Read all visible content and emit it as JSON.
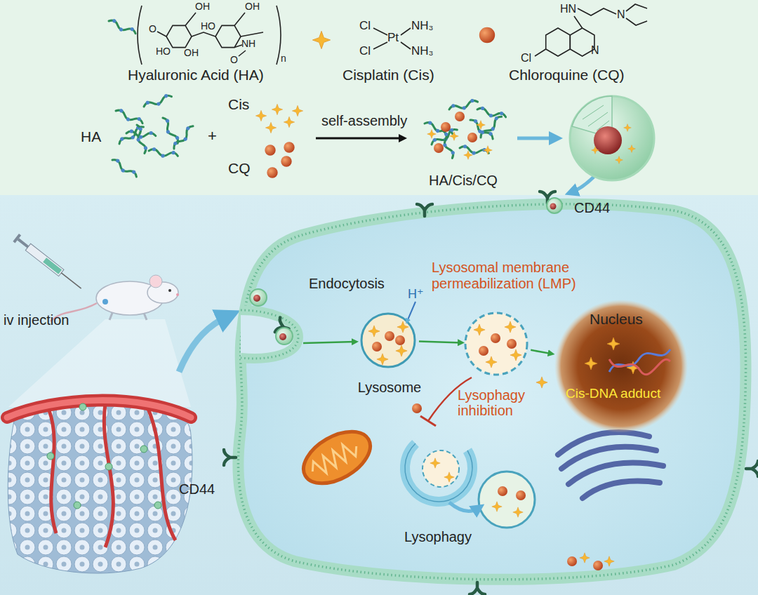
{
  "diagram": {
    "nodes": [
      {
        "text": [
          "HA/Cis/CQ"
        ]
      },
      {
        "text": [
          "Lysosome"
        ]
      },
      {
        "text": [
          "Lysosomal membrane permeabilization (LMP)"
        ]
      },
      {
        "text": [
          "Nucleus",
          "Cis-DNA adduct"
        ]
      },
      {
        "text": [
          "Lysophagy"
        ]
      }
    ],
    "edges": [
      {
        "from": 1,
        "to": 2,
        "arrow": "to"
      },
      {
        "from": 2,
        "to": 3,
        "arrow": "to"
      }
    ],
    "labels": [
      "OH",
      "O",
      "HO",
      "OH",
      "HO",
      "OH",
      "NH",
      "O",
      "n",
      "Cl",
      "Pt",
      "NH₃",
      "Cl",
      "NH₃",
      "HN",
      "N",
      "Cl",
      "N",
      "HA",
      "+",
      "Cis",
      "CQ",
      "self-assembly",
      "CD44",
      "iv injection",
      "Endocytosis",
      "H⁺",
      "Lysophagy inhibition",
      "CD44"
    ],
    "legend": [
      {
        "text": "Hyaluronic Acid (HA)"
      },
      {
        "text": "Cisplatin (Cis)"
      },
      {
        "text": "Chloroquine (CQ)"
      }
    ]
  }
}
